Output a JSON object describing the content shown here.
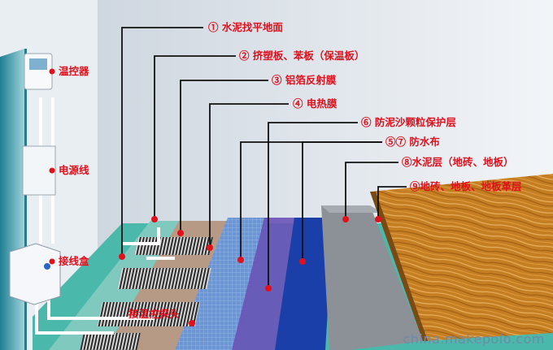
{
  "layers": [
    {
      "id": "l1",
      "label": "① 水泥找平地面"
    },
    {
      "id": "l2",
      "label": "② 挤塑板、苯板（保温板）"
    },
    {
      "id": "l3",
      "label": "③ 铝箔反射膜"
    },
    {
      "id": "l4",
      "label": "④ 电热膜"
    },
    {
      "id": "l6",
      "label": "⑥ 防泥沙颗粒保护层"
    },
    {
      "id": "l57",
      "label": "⑤⑦ 防水布"
    },
    {
      "id": "l8",
      "label": "⑧水泥层（地砖、地板）"
    },
    {
      "id": "l9",
      "label": "⑨地砖、地板、地板革层"
    }
  ],
  "side_labels": {
    "thermostat": "温控器",
    "power_line": "电源线",
    "junction_box": "接线盒",
    "temp_probe": "接温控探头"
  },
  "watermark": "china.makepolo.com",
  "colors": {
    "label_red": "#e0101c",
    "line": "#111111",
    "wall": "#dde4ec",
    "wall_shadow": "#3e9aa8",
    "floor_teal": "#4ab8aa",
    "foam": "#b79a86",
    "foil": "#5f8fd6",
    "protect": "#6a52b8",
    "water": "#1a3fa8",
    "cement": "#8c9198",
    "wood": "#c98424"
  }
}
